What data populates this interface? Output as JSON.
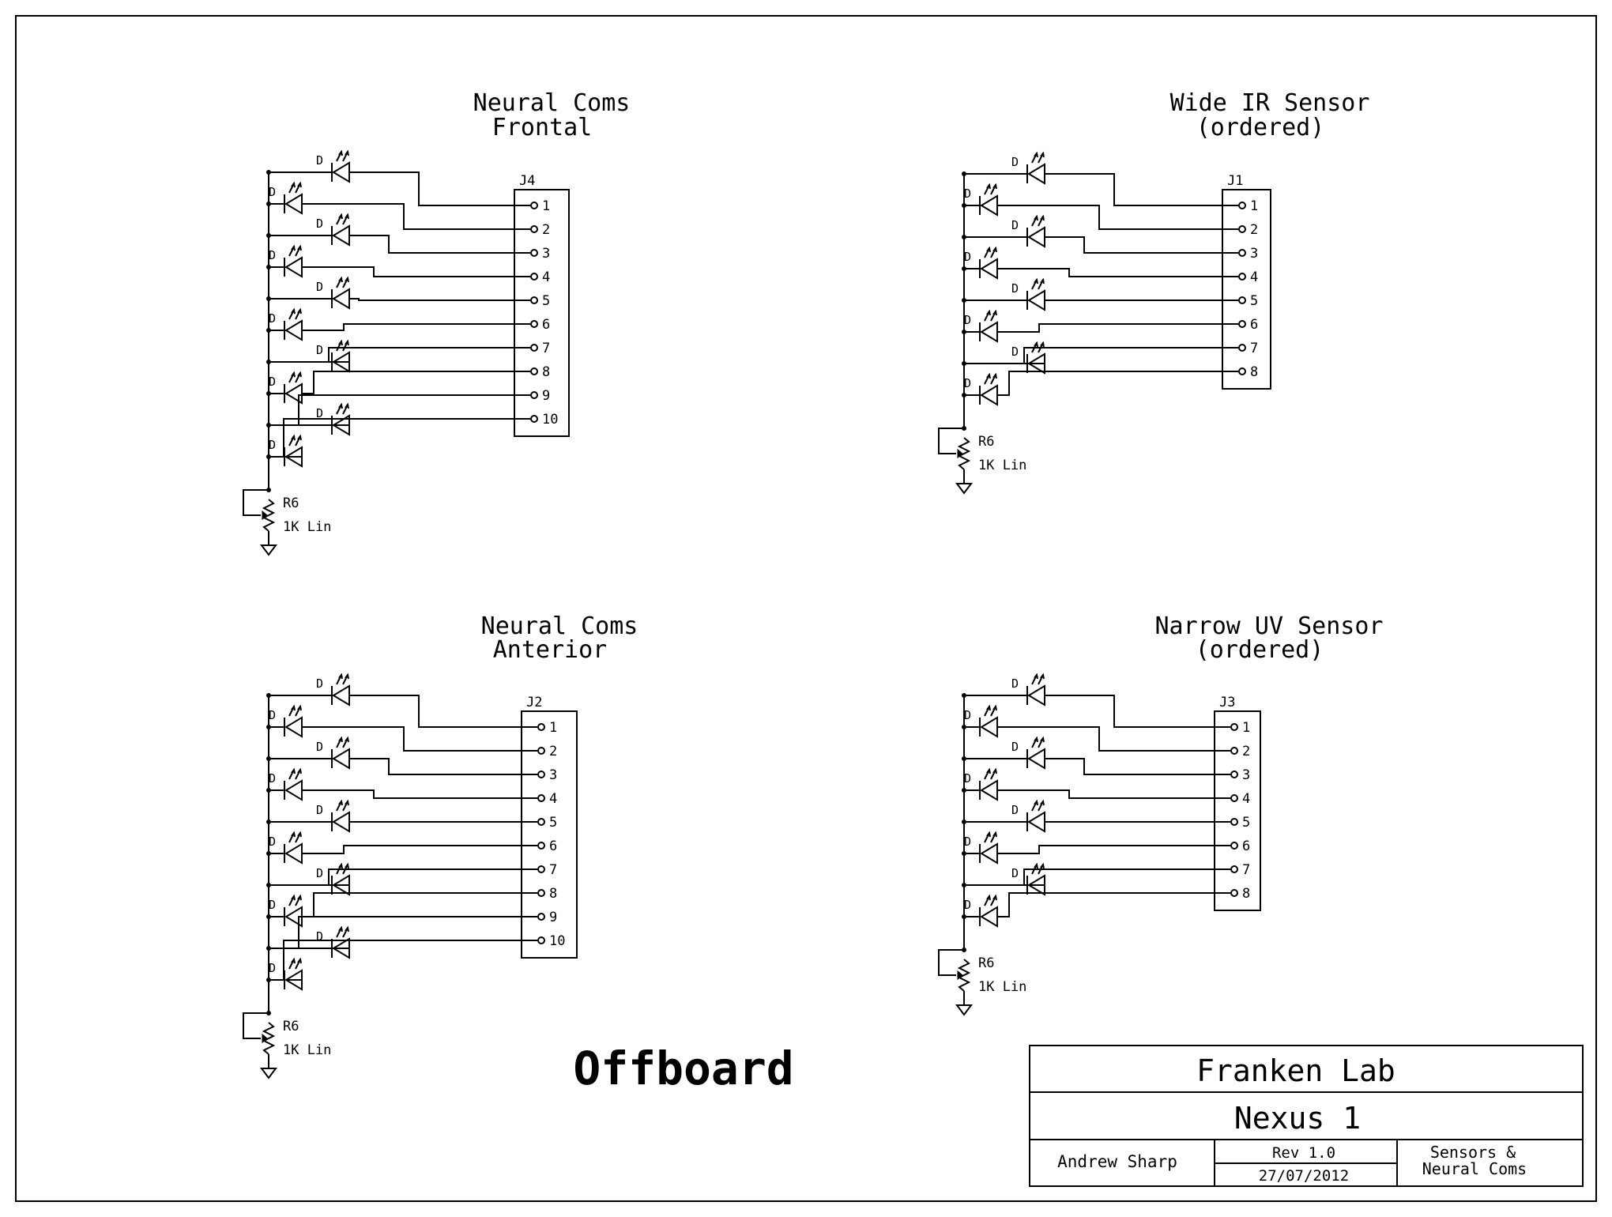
{
  "sheet_label": "Offboard",
  "colors": {
    "ink": "#000000",
    "paper": "#ffffff"
  },
  "title_block": {
    "company": "Franken Lab",
    "project": "Nexus 1",
    "author": "Andrew Sharp",
    "revision": "Rev 1.0",
    "date": "27/07/2012",
    "description_line1": "Sensors &",
    "description_line2": "Neural Coms"
  },
  "blocks": [
    {
      "title_line1": "Neural Coms",
      "title_line2": "Frontal",
      "connector_ref": "J4",
      "pins": [
        "1",
        "2",
        "3",
        "4",
        "5",
        "6",
        "7",
        "8",
        "9",
        "10"
      ],
      "diode_label": "D",
      "resistor_ref": "R6",
      "resistor_value": "1K Lin"
    },
    {
      "title_line1": "Wide IR Sensor",
      "title_line2": "(ordered)",
      "connector_ref": "J1",
      "pins": [
        "1",
        "2",
        "3",
        "4",
        "5",
        "6",
        "7",
        "8"
      ],
      "diode_label": "D",
      "resistor_ref": "R6",
      "resistor_value": "1K Lin"
    },
    {
      "title_line1": "Neural Coms",
      "title_line2": "Anterior",
      "connector_ref": "J2",
      "pins": [
        "1",
        "2",
        "3",
        "4",
        "5",
        "6",
        "7",
        "8",
        "9",
        "10"
      ],
      "diode_label": "D",
      "resistor_ref": "R6",
      "resistor_value": "1K Lin"
    },
    {
      "title_line1": "Narrow UV Sensor",
      "title_line2": "(ordered)",
      "connector_ref": "J3",
      "pins": [
        "1",
        "2",
        "3",
        "4",
        "5",
        "6",
        "7",
        "8"
      ],
      "diode_label": "D",
      "resistor_ref": "R6",
      "resistor_value": "1K Lin"
    }
  ]
}
